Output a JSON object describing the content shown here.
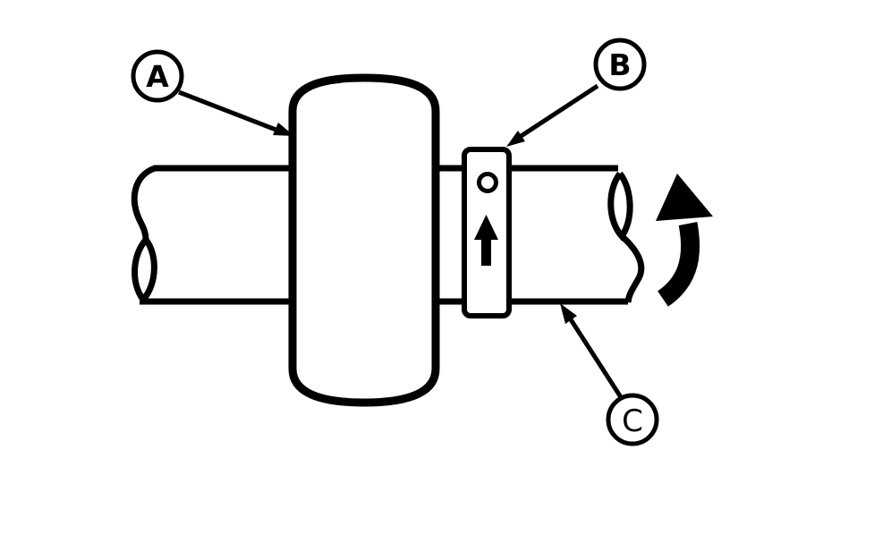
{
  "page": {
    "background": "#ffffff"
  },
  "diagram": {
    "line_color": "#000000",
    "fill_color": "#ffffff",
    "callouts": [
      {
        "letter": "A"
      },
      {
        "letter": "B"
      },
      {
        "letter": "C"
      }
    ],
    "symbols": {
      "band_arrow": "up-arrow-icon",
      "rotation_arrow": "curved-rotation-arrow-icon",
      "shaft_ends": "break-line-symbol"
    }
  }
}
